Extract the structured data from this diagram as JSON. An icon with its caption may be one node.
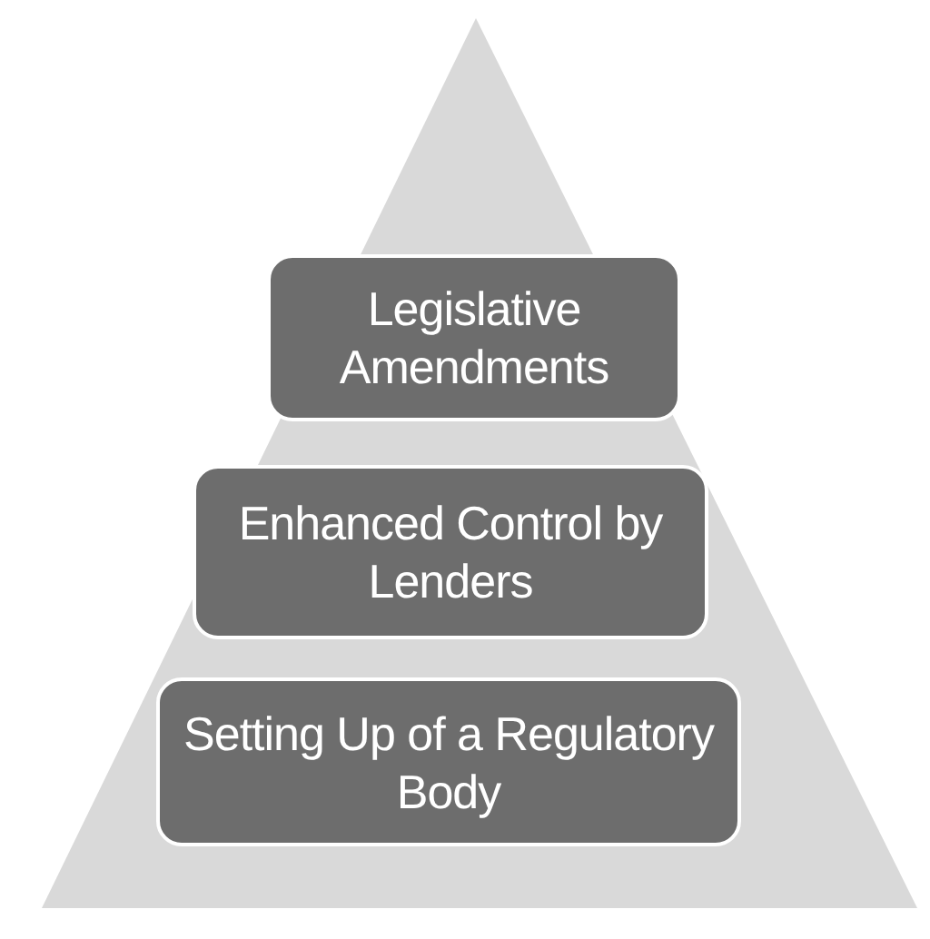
{
  "diagram": {
    "nodes": [
      {
        "text": [
          "Legislative Amendments"
        ]
      },
      {
        "text": [
          "Enhanced Control by Lenders"
        ]
      },
      {
        "text": [
          "Setting Up of a Regulatory Body"
        ]
      }
    ]
  }
}
